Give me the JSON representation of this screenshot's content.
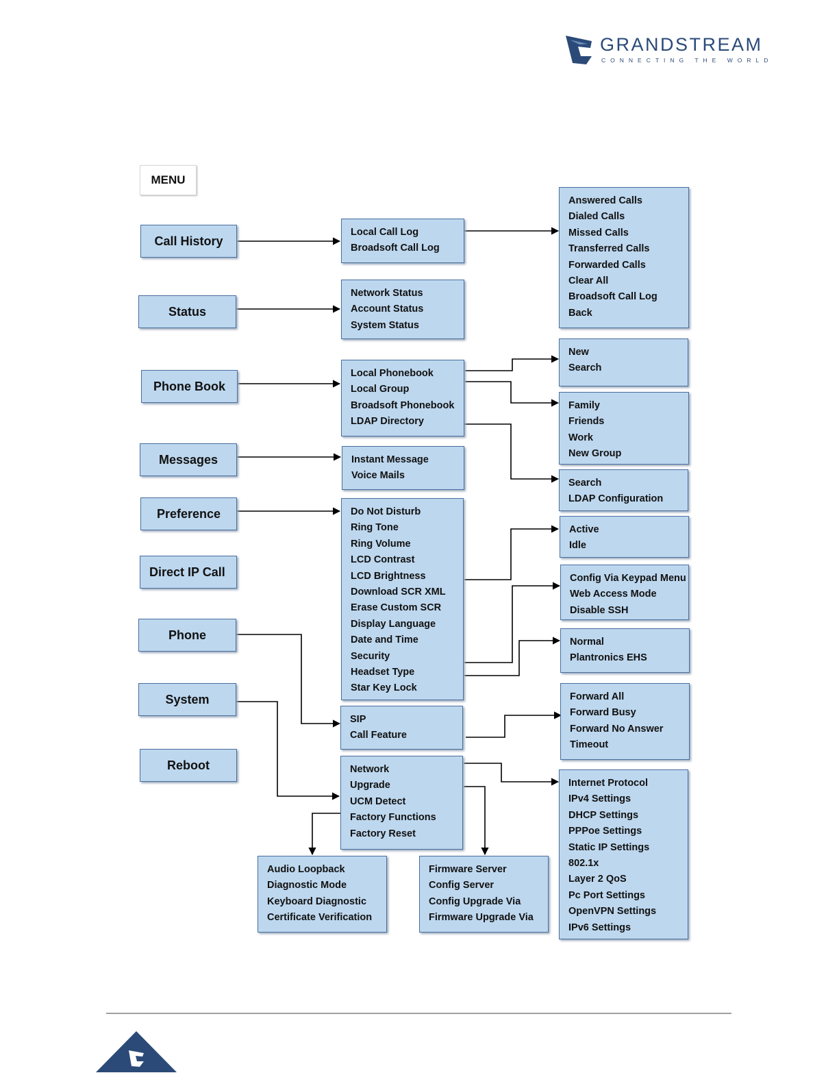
{
  "brand": {
    "name": "GRANDSTREAM",
    "tagline": "CONNECTING THE WORLD",
    "color": "#2b4a78"
  },
  "colors": {
    "box_fill": "#bdd7ee",
    "box_border": "#4a6f9f"
  },
  "menu": {
    "title": "MENU",
    "top_items": [
      "Call History",
      "Status",
      "Phone Book",
      "Messages",
      "Preference",
      "Direct IP Call",
      "Phone",
      "System",
      "Reboot"
    ]
  },
  "groups": {
    "call_history": [
      "Local Call Log",
      "Broadsoft Call Log"
    ],
    "status": [
      "Network Status",
      "Account Status",
      "System Status"
    ],
    "phone_book": [
      "Local Phonebook",
      "Local Group",
      "Broadsoft Phonebook",
      "LDAP Directory"
    ],
    "messages": [
      "Instant Message",
      "Voice Mails"
    ],
    "preference": [
      "Do Not Disturb",
      "Ring Tone",
      "Ring Volume",
      "LCD Contrast",
      "LCD Brightness",
      "Download SCR XML",
      "Erase Custom SCR",
      "Display Language",
      "Date and Time",
      "Security",
      "Headset Type",
      "Star Key Lock"
    ],
    "phone": [
      "SIP",
      "Call Feature"
    ],
    "system": [
      "Network",
      "Upgrade",
      "UCM Detect",
      "Factory Functions",
      "Factory Reset"
    ],
    "call_log": [
      "Answered Calls",
      "Dialed Calls",
      "Missed Calls",
      "Transferred Calls",
      "Forwarded Calls",
      "Clear All",
      "Broadsoft Call Log",
      "Back"
    ],
    "phonebook_ops": [
      "New",
      "Search"
    ],
    "local_group": [
      "Family",
      "Friends",
      "Work",
      "New Group"
    ],
    "ldap": [
      "Search",
      "LDAP Configuration"
    ],
    "dnd": [
      "Active",
      "Idle"
    ],
    "security": [
      "Config Via Keypad Menu",
      "Web Access Mode",
      "Disable SSH"
    ],
    "headset": [
      "Normal",
      "Plantronics EHS"
    ],
    "call_feature": [
      "Forward All",
      "Forward Busy",
      "Forward No Answer",
      "Timeout"
    ],
    "network": [
      "Internet Protocol",
      "IPv4 Settings",
      "DHCP Settings",
      "PPPoe Settings",
      "Static IP Settings",
      "802.1x",
      "Layer 2 QoS",
      "Pc Port Settings",
      "OpenVPN Settings",
      "IPv6 Settings"
    ],
    "factory_functions": [
      "Audio Loopback",
      "Diagnostic Mode",
      "Keyboard Diagnostic",
      "Certificate Verification"
    ],
    "upgrade": [
      "Firmware Server",
      "Config Server",
      "Config Upgrade Via",
      "Firmware Upgrade Via"
    ]
  }
}
